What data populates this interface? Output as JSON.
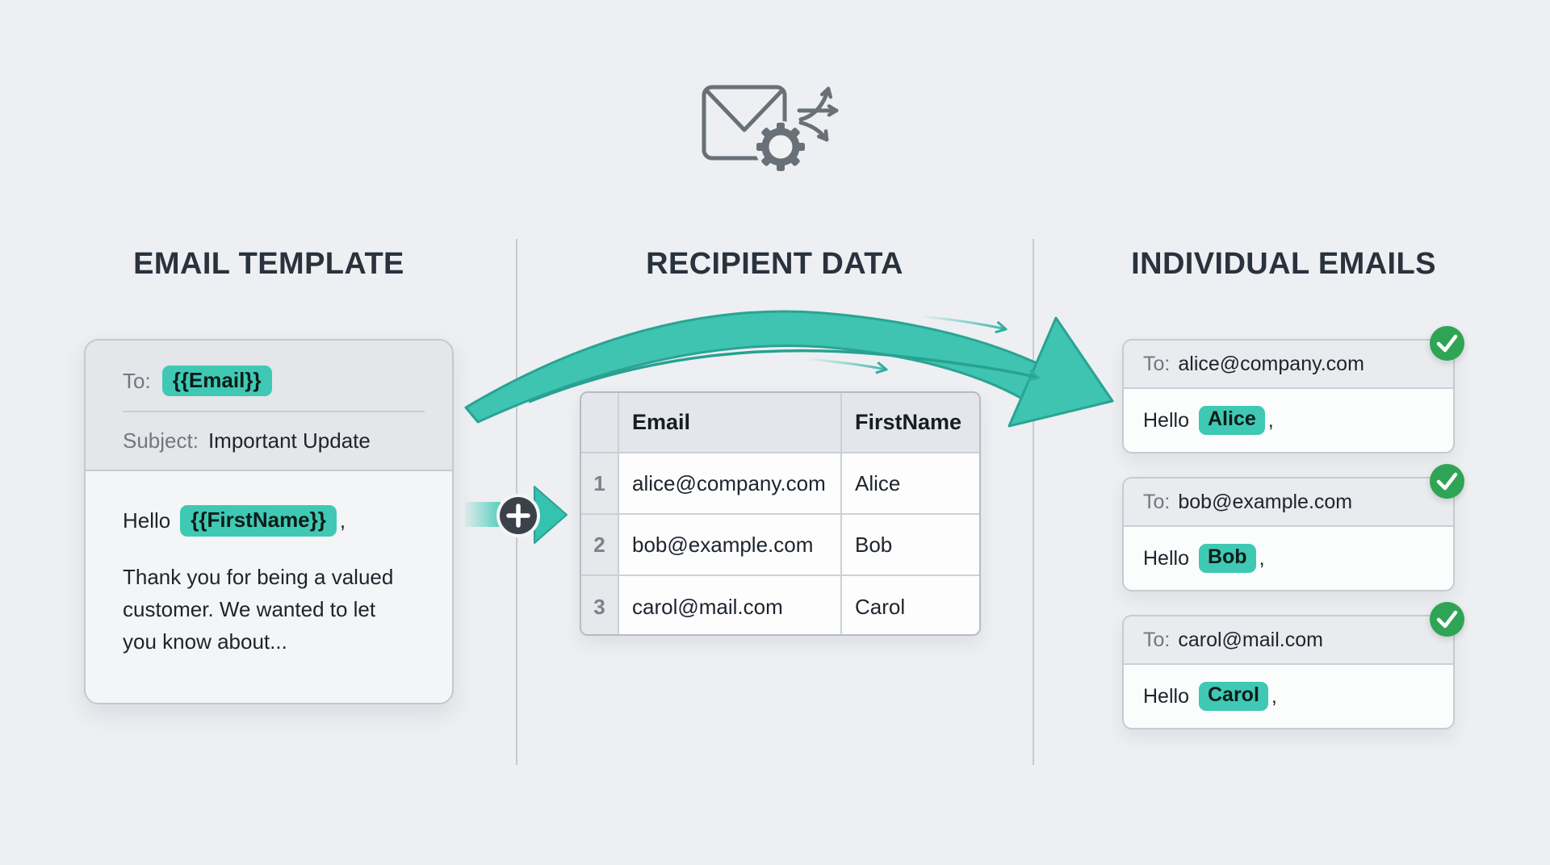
{
  "sections": {
    "template": {
      "heading": "EMAIL TEMPLATE"
    },
    "recipients": {
      "heading": "RECIPIENT DATA"
    },
    "individual": {
      "heading": "INDIVIDUAL EMAILS"
    }
  },
  "template_card": {
    "to_label": "To:",
    "to_placeholder": "{{Email}}",
    "subject_label": "Subject:",
    "subject_value": "Important Update",
    "greeting_prefix": "Hello",
    "greeting_placeholder": "{{FirstName}}",
    "greeting_suffix": ",",
    "body_lines": [
      "Thank you for being a valued",
      "customer. We wanted to let",
      "you know about..."
    ]
  },
  "recipient_table": {
    "columns": [
      "Email",
      "FirstName"
    ],
    "rows": [
      {
        "num": "1",
        "email": "alice@company.com",
        "first_name": "Alice"
      },
      {
        "num": "2",
        "email": "bob@example.com",
        "first_name": "Bob"
      },
      {
        "num": "3",
        "email": "carol@mail.com",
        "first_name": "Carol"
      }
    ]
  },
  "individual_emails": [
    {
      "to_label": "To:",
      "address": "alice@company.com",
      "greeting_prefix": "Hello",
      "name": "Alice",
      "greeting_suffix": ",",
      "status_icon": "check-icon"
    },
    {
      "to_label": "To:",
      "address": "bob@example.com",
      "greeting_prefix": "Hello",
      "name": "Bob",
      "greeting_suffix": ",",
      "status_icon": "check-icon"
    },
    {
      "to_label": "To:",
      "address": "carol@mail.com",
      "greeting_prefix": "Hello",
      "name": "Carol",
      "greeting_suffix": ",",
      "status_icon": "check-icon"
    }
  ],
  "icons": {
    "header": "envelope-gear-fanout-icon",
    "merge_node": "plus-icon",
    "flow": "curved-arrow-icon",
    "status": "check-icon"
  },
  "colors": {
    "background": "#edeff2",
    "accent_teal": "#3fc9b4",
    "arrow_teal": "#3ec4b0",
    "arrow_stroke": "#2aa394",
    "success_green": "#2fa455",
    "heading_text": "#29323d",
    "dark_text": "#1d242c",
    "gray_text": "#71787f",
    "icon_gray": "#697077"
  }
}
